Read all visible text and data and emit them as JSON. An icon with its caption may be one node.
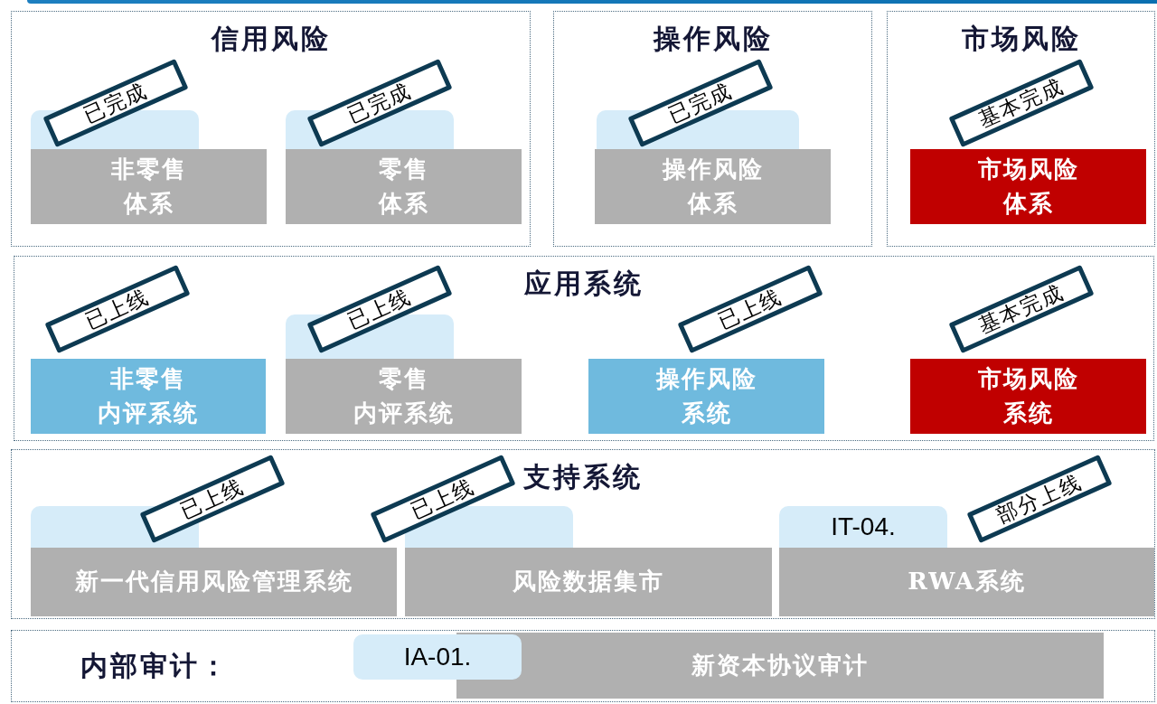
{
  "diagram": {
    "nodes": [
      {
        "text": [
          "信用风险"
        ]
      },
      {
        "text": [],
        "shape": "box",
        "in": 0
      },
      {
        "text": [
          "非零售体系"
        ],
        "in": 0
      },
      {
        "text": [
          "已完成"
        ],
        "in": 0
      },
      {
        "text": [],
        "shape": "box",
        "in": 0
      },
      {
        "text": [
          "零售体系"
        ],
        "in": 0
      },
      {
        "text": [
          "已完成"
        ],
        "in": 0
      },
      {
        "text": [
          "操作风险"
        ]
      },
      {
        "text": [],
        "shape": "box",
        "in": 7
      },
      {
        "text": [
          "操作风险体系"
        ],
        "in": 7
      },
      {
        "text": [
          "已完成"
        ],
        "in": 7
      },
      {
        "text": [
          "市场风险"
        ]
      },
      {
        "text": [
          "市场风险体系"
        ],
        "in": 11
      },
      {
        "text": [
          "基本完成"
        ],
        "in": 11
      },
      {
        "text": [
          "应用系统"
        ]
      },
      {
        "text": [
          "非零售内评系统"
        ],
        "in": 14
      },
      {
        "text": [
          "已上线"
        ],
        "in": 14
      },
      {
        "text": [],
        "shape": "box",
        "in": 14
      },
      {
        "text": [
          "零售内评系统"
        ],
        "in": 14
      },
      {
        "text": [
          "已上线"
        ],
        "in": 14
      },
      {
        "text": [
          "操作风险系统"
        ],
        "in": 14
      },
      {
        "text": [
          "已上线"
        ],
        "in": 14
      },
      {
        "text": [
          "市场风险系统"
        ],
        "in": 14
      },
      {
        "text": [
          "基本完成"
        ],
        "in": 14
      },
      {
        "text": [
          "支持系统"
        ]
      },
      {
        "text": [],
        "shape": "box",
        "in": 24
      },
      {
        "text": [
          "新一代信用风险管理系统"
        ],
        "in": 24
      },
      {
        "text": [
          "已上线"
        ],
        "in": 24
      },
      {
        "text": [],
        "shape": "box",
        "in": 24
      },
      {
        "text": [
          "风险数据集市"
        ],
        "in": 24
      },
      {
        "text": [
          "已上线"
        ],
        "in": 24
      },
      {
        "text": [
          "IT-04."
        ],
        "in": 24
      },
      {
        "text": [
          "RWA系统"
        ],
        "in": 24
      },
      {
        "text": [
          "部分上线"
        ],
        "in": 24
      },
      {
        "text": [
          "内部审计："
        ]
      },
      {
        "text": [
          "IA-01."
        ],
        "in": 34
      },
      {
        "text": [
          "新资本协议审计"
        ],
        "in": 34
      }
    ]
  }
}
